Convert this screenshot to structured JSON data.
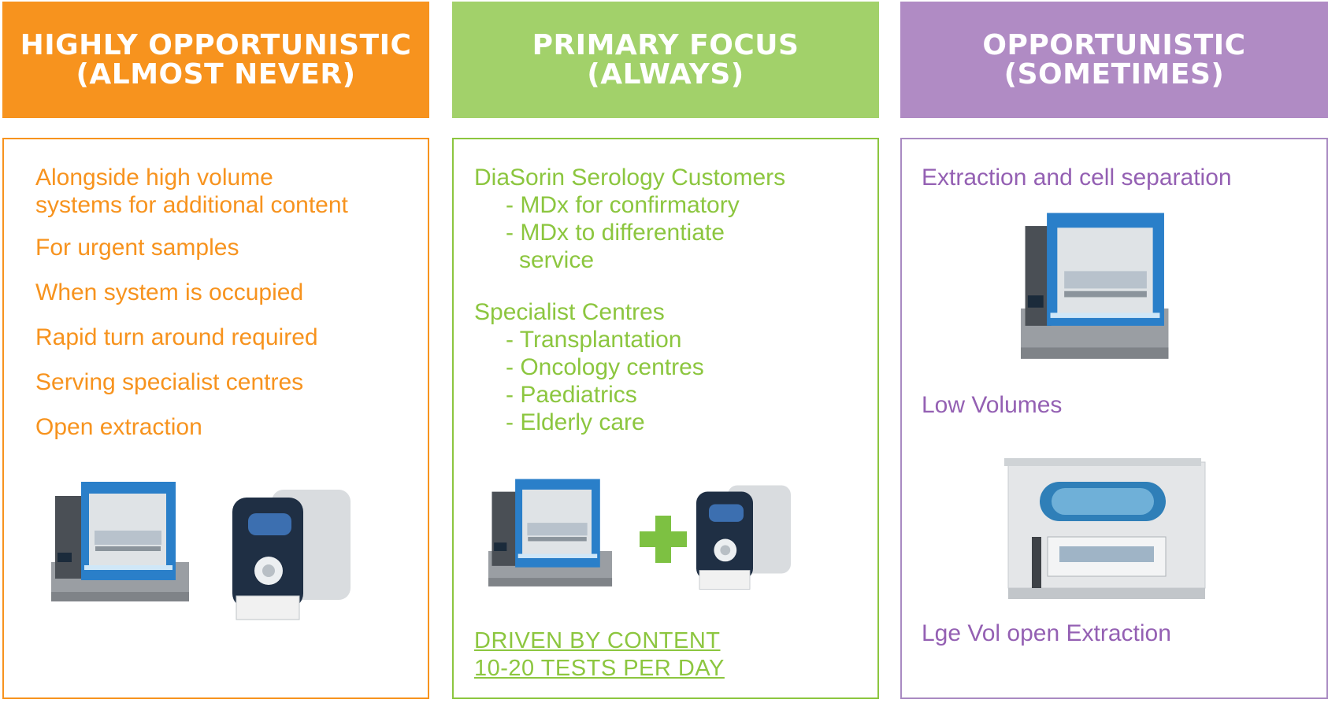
{
  "columns": [
    {
      "header_line1": "HIGHLY OPPORTUNISTIC",
      "header_line2": "(ALMOST NEVER)",
      "color": "#f7931e",
      "items": [
        "Alongside high volume",
        "systems for additional content",
        "For urgent samples",
        "When system is occupied",
        "Rapid turn around required",
        "Serving specialist centres",
        "Open extraction"
      ],
      "images": [
        "extraction-instrument-image",
        "pcr-instrument-image"
      ]
    },
    {
      "header_line1": "PRIMARY FOCUS",
      "header_line2": "(ALWAYS)",
      "color": "#8cc63f",
      "group1_title": "DiaSorin Serology Customers",
      "group1_items": [
        "- MDx for confirmatory",
        "- MDx to differentiate",
        "service"
      ],
      "group2_title": "Specialist Centres",
      "group2_items": [
        "- Transplantation",
        "- Oncology centres",
        "- Paediatrics",
        "- Elderly care"
      ],
      "plus_icon": "plus-icon",
      "driven_line1": "DRIVEN BY CONTENT",
      "driven_line2": "10-20 TESTS PER DAY"
    },
    {
      "header_line1": "OPPORTUNISTIC",
      "header_line2": "(SOMETIMES)",
      "color": "#9460b3",
      "label1": "Extraction  and cell separation",
      "label2": "Low Volumes",
      "label3": "Lge Vol open Extraction"
    }
  ]
}
